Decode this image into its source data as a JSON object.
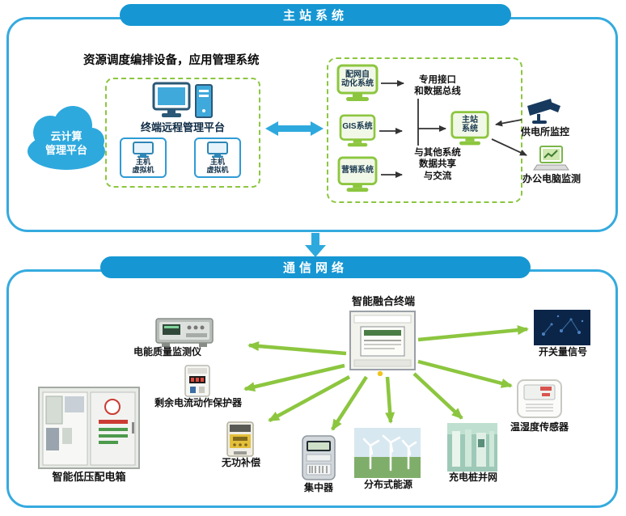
{
  "colors": {
    "banner_blue": "#1697d3",
    "frame_blue": "#35aadf",
    "dashed_green": "#8cc63f",
    "arrow_green": "#8cc63f",
    "arrow_blue": "#2ea9de",
    "cloud_blue": "#2ea9de"
  },
  "top": {
    "banner": "主站系统",
    "heading": "资源调度编排设备，应用管理系统",
    "cloud_line1": "云计算",
    "cloud_line2": "管理平台",
    "platform_title": "终端远程管理平台",
    "vm_line1": "主机",
    "vm_line2": "虚拟机",
    "sys_dist_line1": "配网自",
    "sys_dist_line2": "动化系统",
    "sys_gis": "GIS系统",
    "sys_marketing": "营销系统",
    "bus_line1": "专用接口",
    "bus_line2": "和数据总线",
    "share_line1": "与其他系统",
    "share_line2": "数据共享",
    "share_line3": "与交流",
    "main_line1": "主站",
    "main_line2": "系统",
    "camera_label": "供电所监控",
    "laptop_label": "办公电脑监测"
  },
  "bottom": {
    "banner": "通信网络",
    "hub_label": "智能融合终端",
    "power_quality": "电能质量监测仪",
    "rcd": "剩余电流动作保护器",
    "cabinet": "智能低压配电箱",
    "reactive": "无功补偿",
    "concentrator": "集中器",
    "distributed": "分布式能源",
    "charging": "充电桩并网",
    "temp_humidity": "温湿度传感器",
    "switch_signal": "开关量信号"
  }
}
